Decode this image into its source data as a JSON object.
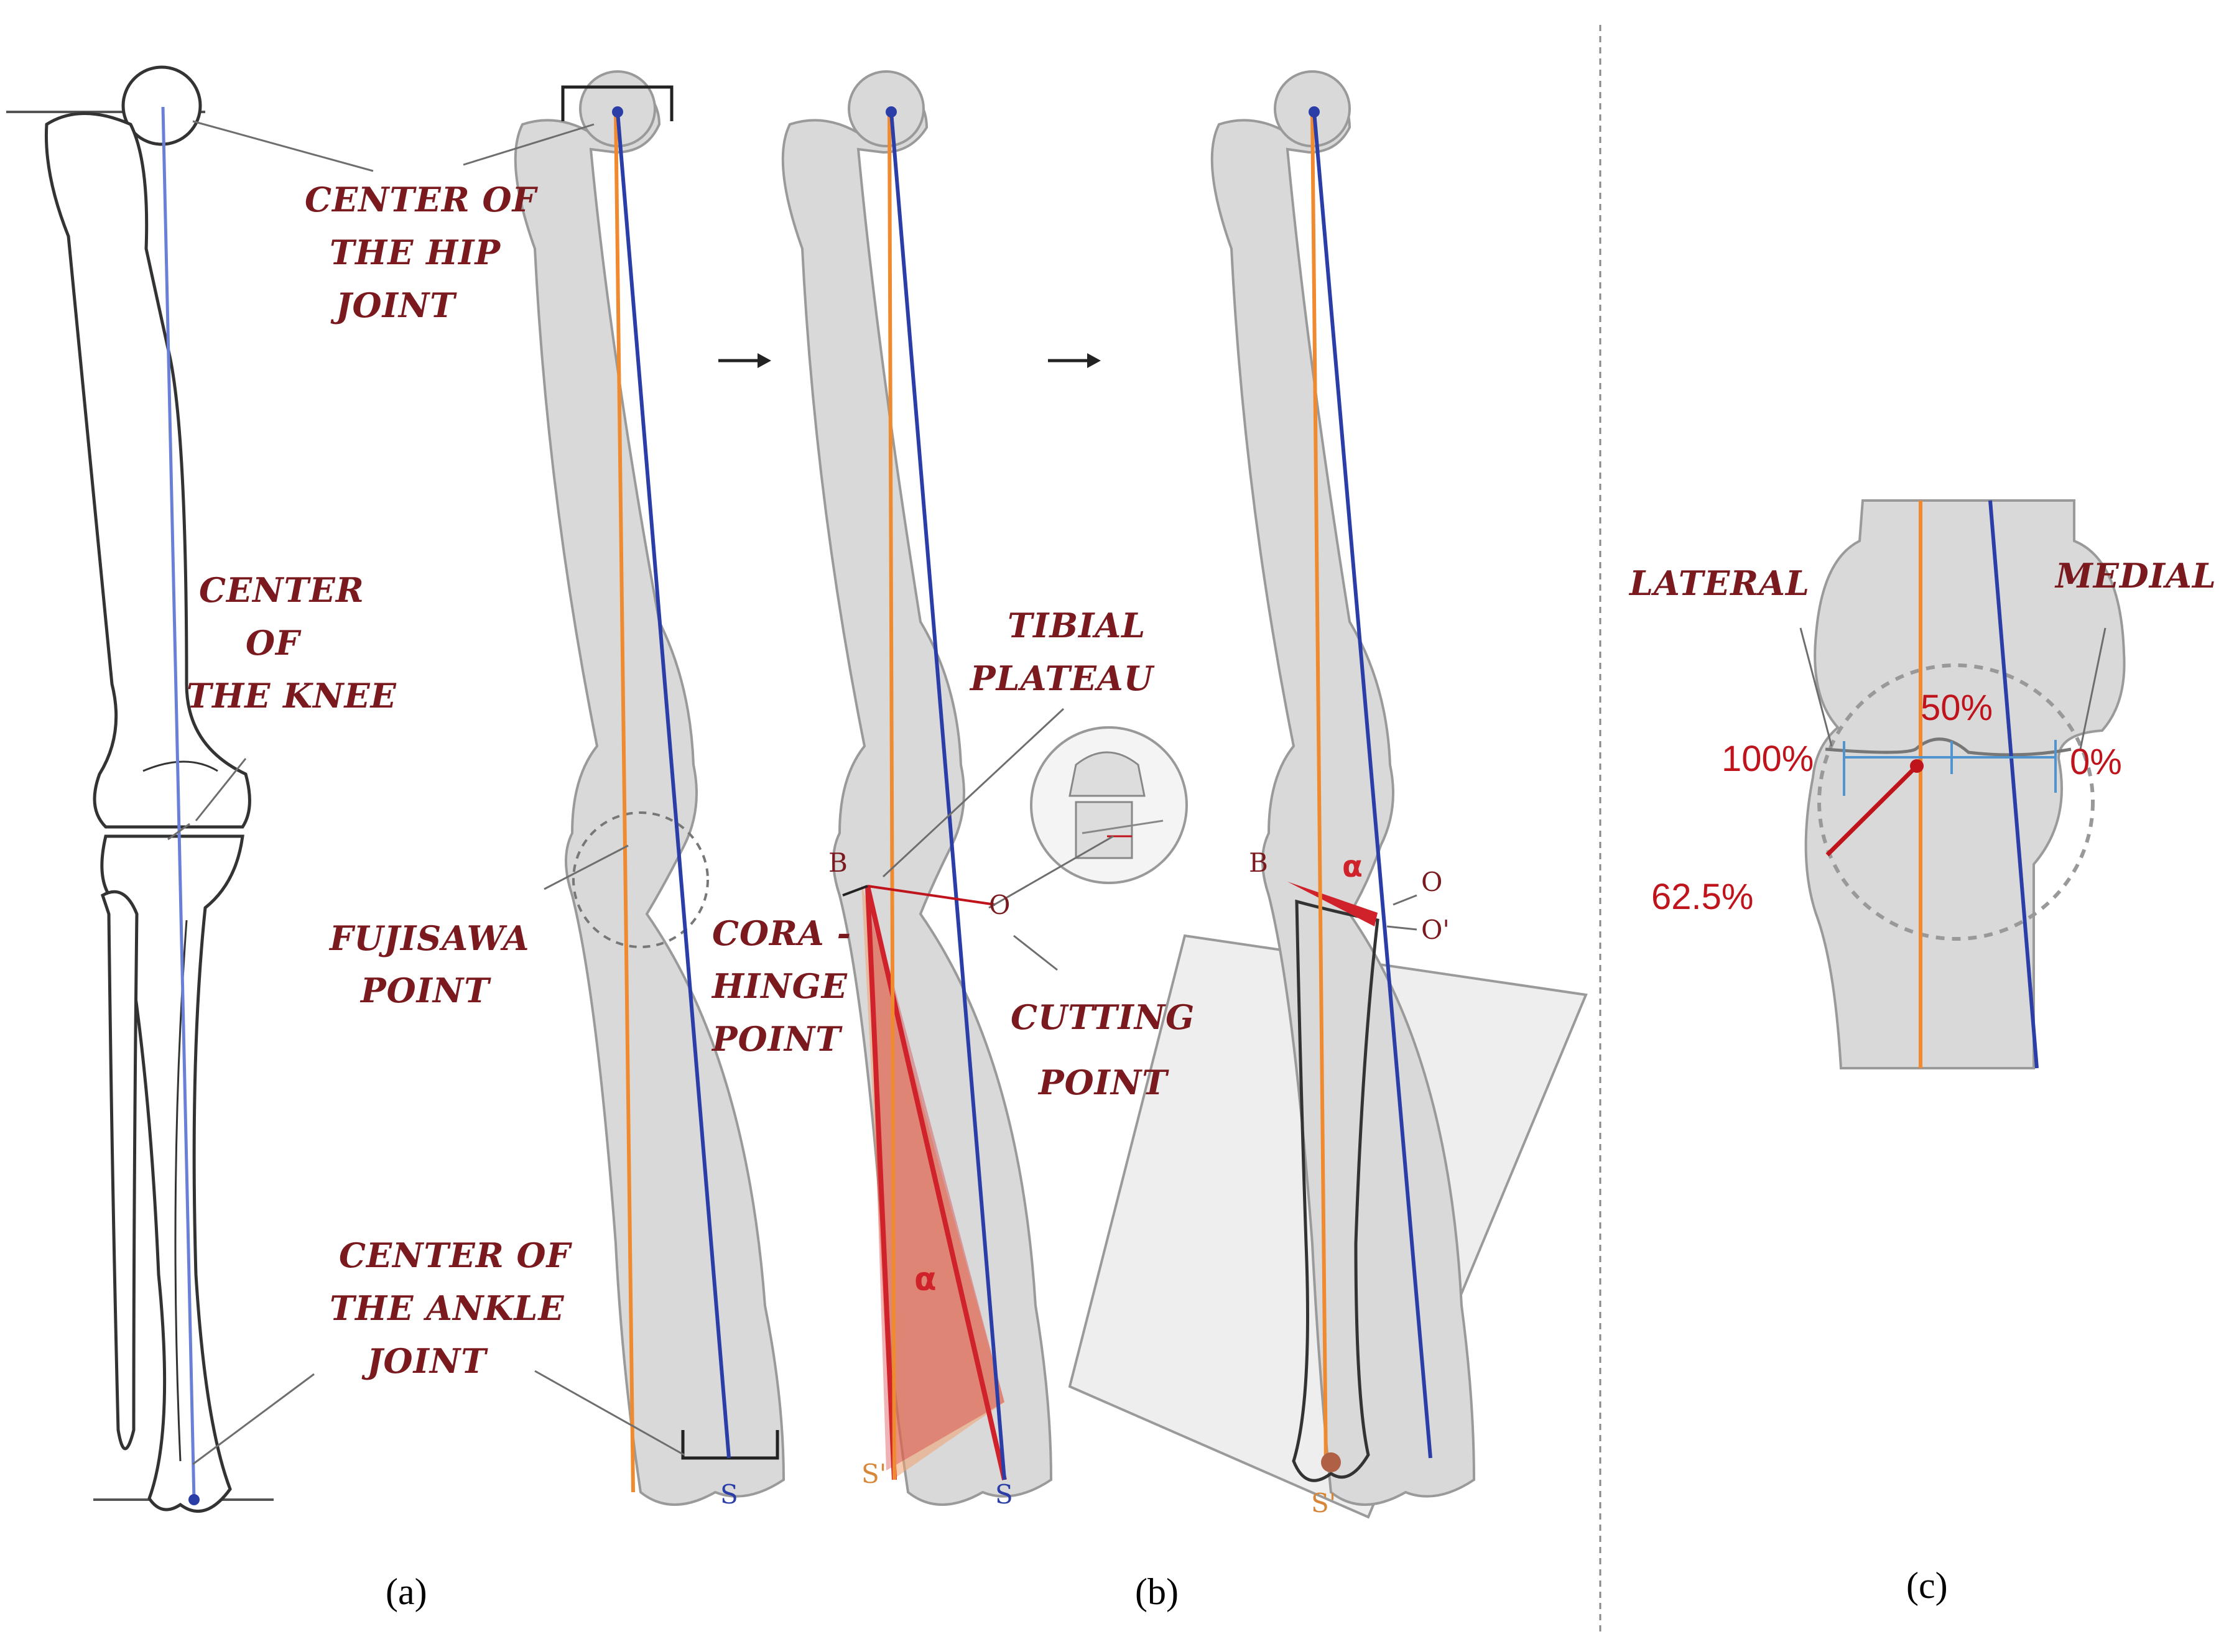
{
  "labels": {
    "hip": [
      "CENTER OF",
      "THE HIP",
      "JOINT"
    ],
    "knee": [
      "CENTER",
      "OF",
      "THE KNEE"
    ],
    "fujisawa": [
      "FUJISAWA",
      "POINT"
    ],
    "ankle": [
      "CENTER OF",
      "THE  ANKLE",
      "JOINT"
    ],
    "tibial_plateau": [
      "TIBIAL",
      "PLATEAU"
    ],
    "cora": [
      "CORA -",
      "HINGE",
      "POINT"
    ],
    "cutting": [
      "CUTTING",
      "POINT"
    ],
    "lateral": "LATERAL",
    "medial": "MEDIAL"
  },
  "points": {
    "B": "B",
    "O": "O",
    "O_prime": "O'",
    "S": "S",
    "S_prime": "S'",
    "alpha": "α"
  },
  "percentages": {
    "p100": "100%",
    "p50": "50%",
    "p0": "0%",
    "p625": "62.5%"
  },
  "captions": {
    "a": "(a)",
    "b": "(b)",
    "c": "(c)"
  },
  "colors": {
    "label": "#7a1a1f",
    "mechanical_axis": "#2b3ea8",
    "new_axis": "#f08a30",
    "wedge": "#d0222a",
    "percent": "#c0141c",
    "ruler": "#4f93cf"
  }
}
